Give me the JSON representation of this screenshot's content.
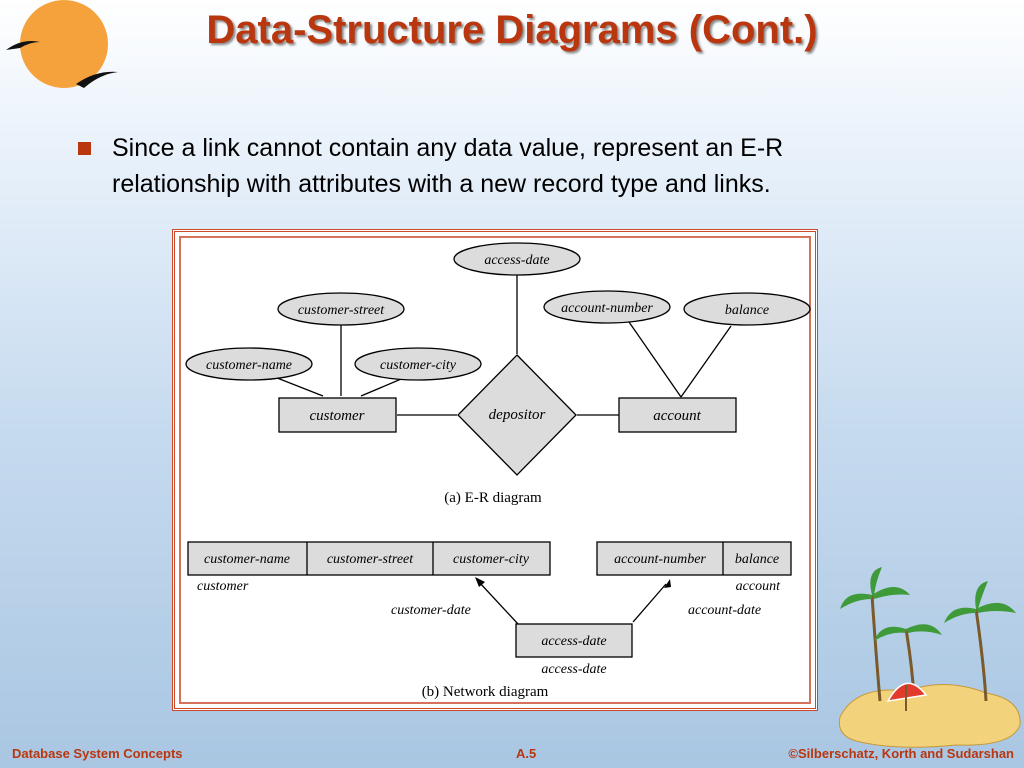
{
  "slide": {
    "title": "Data-Structure Diagrams (Cont.)",
    "bullet": "Since a link cannot contain any data value, represent an E-R relationship with attributes with a new record type and links."
  },
  "er": {
    "attr_access_date": "access-date",
    "attr_customer_street": "customer-street",
    "attr_account_number": "account-number",
    "attr_balance": "balance",
    "attr_customer_name": "customer-name",
    "attr_customer_city": "customer-city",
    "entity_customer": "customer",
    "relationship_depositor": "depositor",
    "entity_account": "account",
    "caption": "(a) E-R diagram"
  },
  "network": {
    "customer_fields": [
      "customer-name",
      "customer-street",
      "customer-city"
    ],
    "customer_label": "customer",
    "account_fields": [
      "account-number",
      "balance"
    ],
    "account_label": "account",
    "link_customer": "customer-date",
    "link_account": "account-date",
    "access_field": "access-date",
    "access_label": "access-date",
    "caption": "(b) Network diagram"
  },
  "footer": {
    "left": "Database System Concepts",
    "center": "A.5",
    "right": "©Silberschatz, Korth and Sudarshan"
  }
}
